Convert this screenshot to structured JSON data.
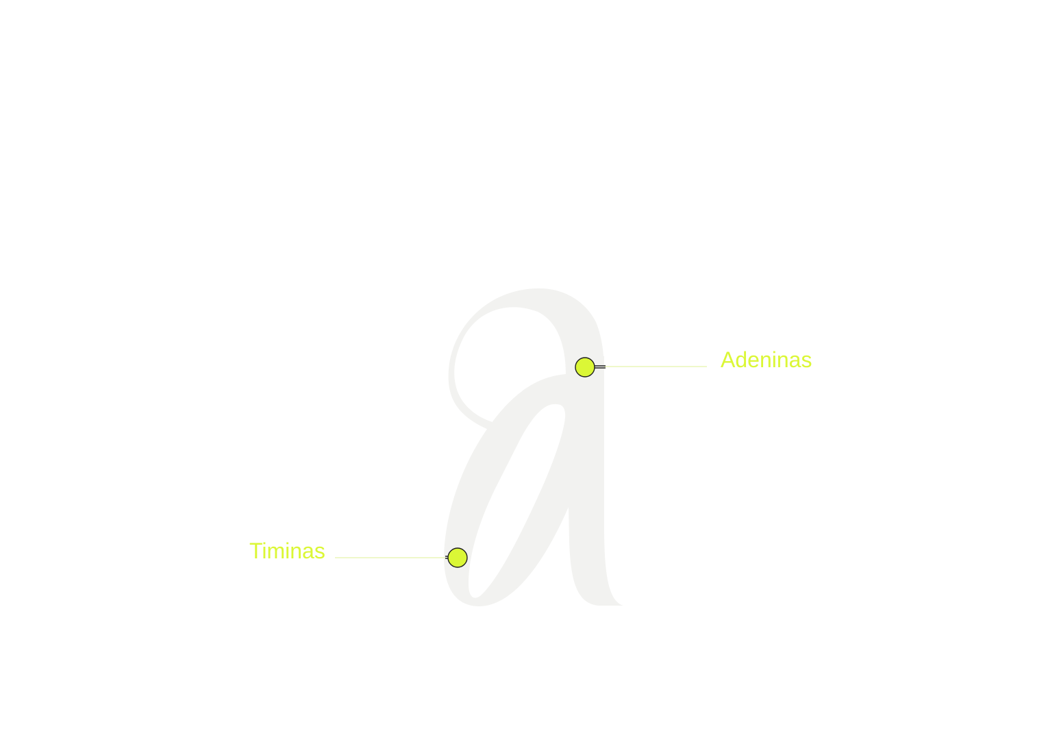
{
  "colors": {
    "background": "#ffffff",
    "glyph_fill": "#f2f2f0",
    "marker_fill": "#dbf736",
    "marker_stroke": "#1e1e1e",
    "leader_line": "#eaf5b8",
    "label_text": "#dbf736"
  },
  "glyph": {
    "character": "a",
    "icon": "italic-letter-a-shape"
  },
  "callouts": [
    {
      "id": "adeninas",
      "label": "Adeninas"
    },
    {
      "id": "timinas",
      "label": "Timinas"
    }
  ]
}
